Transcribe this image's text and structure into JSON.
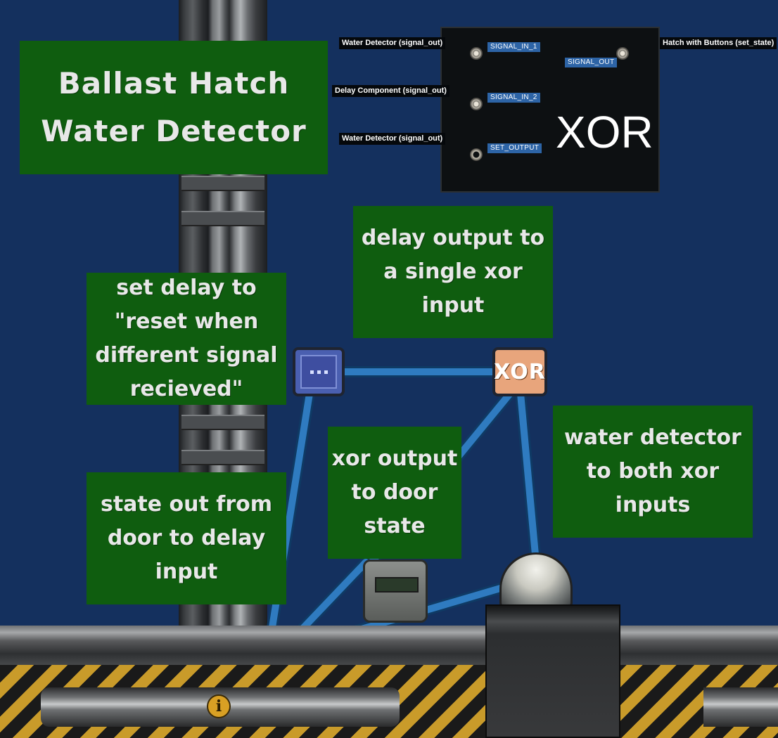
{
  "notes": {
    "title": "Ballast Hatch\nWater Detector",
    "delay_output": "delay output to\na single xor\ninput",
    "set_delay": "set delay to\n\"reset when\ndifferent signal\nrecieved\"",
    "xor_output": "xor output\nto door\nstate",
    "water_detector": "water detector\nto both xor\ninputs",
    "state_out": "state out from\ndoor to delay\ninput"
  },
  "xor_panel": {
    "label": "XOR",
    "connections": {
      "in1_a": "Water Detector (signal_out)",
      "in2_a": "Delay Component (signal_out)",
      "in2_b": "Water Detector (signal_out)",
      "out": "Hatch with Buttons (set_state)"
    },
    "pins": {
      "signal_in_1": "SIGNAL_IN_1",
      "signal_in_2": "SIGNAL_IN_2",
      "set_output": "SET_OUTPUT",
      "signal_out": "SIGNAL_OUT"
    }
  },
  "components": {
    "xor_label": "XOR",
    "info_icon": "i"
  },
  "colors": {
    "background": "#14305e",
    "note": "#0f5d0f",
    "wire": "#2f7bc0",
    "pin_tag": "#2d64a6"
  }
}
